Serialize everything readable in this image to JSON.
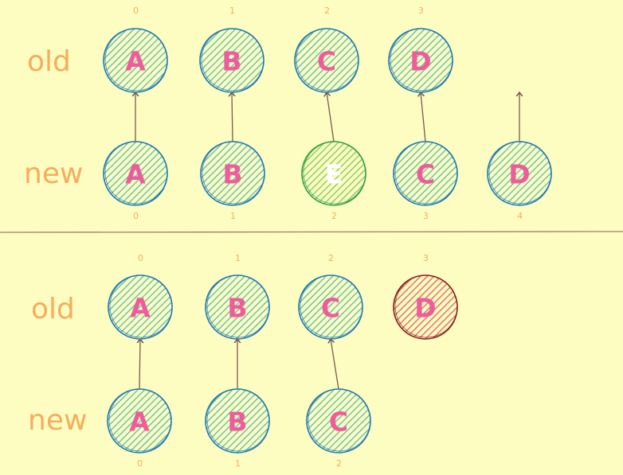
{
  "colors": {
    "background": "#fdfdc2",
    "label": "#f6ad5c",
    "letter": "#ee5c9c",
    "letter_new": "#ffffff",
    "node_default_stroke": "#1f78b4",
    "node_default_fill": "#96d8c8",
    "node_new_stroke": "#2f9e44",
    "node_new_fill": "#b2f2bb",
    "node_removed_stroke": "#8a1f1f",
    "node_removed_fill": "#f08c8c",
    "arrow": "#7a5a4a",
    "divider": "#a57a6a"
  },
  "top": {
    "old_label": "old",
    "new_label": "new",
    "old_nodes": [
      {
        "letter": "A",
        "index": "0",
        "state": "default"
      },
      {
        "letter": "B",
        "index": "1",
        "state": "default"
      },
      {
        "letter": "C",
        "index": "2",
        "state": "default"
      },
      {
        "letter": "D",
        "index": "3",
        "state": "default"
      }
    ],
    "new_nodes": [
      {
        "letter": "A",
        "index": "0",
        "state": "default"
      },
      {
        "letter": "B",
        "index": "1",
        "state": "default"
      },
      {
        "letter": "E",
        "index": "2",
        "state": "new"
      },
      {
        "letter": "C",
        "index": "3",
        "state": "default"
      },
      {
        "letter": "D",
        "index": "4",
        "state": "default"
      }
    ]
  },
  "bottom": {
    "old_label": "old",
    "new_label": "new",
    "old_nodes": [
      {
        "letter": "A",
        "index": "0",
        "state": "default"
      },
      {
        "letter": "B",
        "index": "1",
        "state": "default"
      },
      {
        "letter": "C",
        "index": "2",
        "state": "default"
      },
      {
        "letter": "D",
        "index": "3",
        "state": "removed"
      }
    ],
    "new_nodes": [
      {
        "letter": "A",
        "index": "0",
        "state": "default"
      },
      {
        "letter": "B",
        "index": "1",
        "state": "default"
      },
      {
        "letter": "C",
        "index": "2",
        "state": "default"
      }
    ]
  }
}
